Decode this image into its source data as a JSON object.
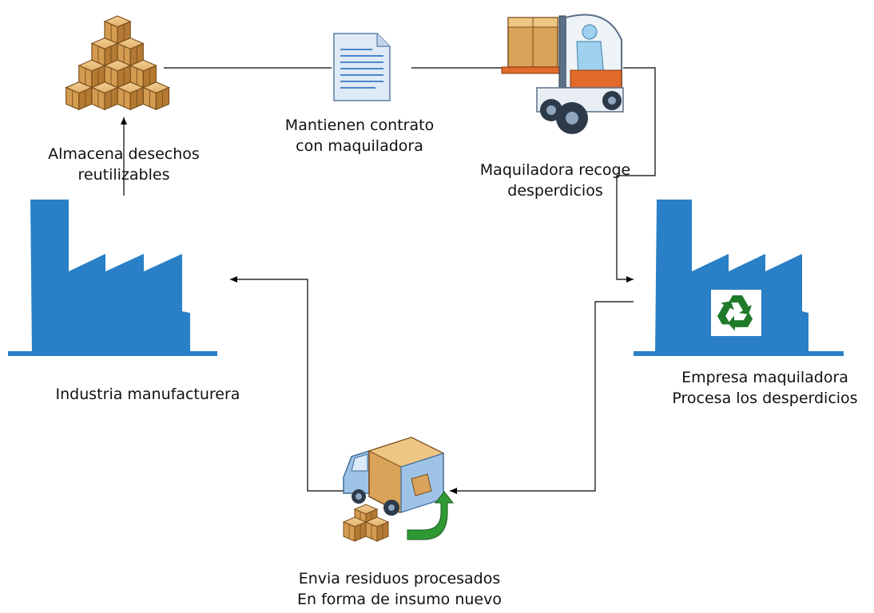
{
  "nodes": {
    "storage": {
      "line1": "Almacena desechos",
      "line2": "reutilizables"
    },
    "contract": {
      "line1": "Mantienen contrato",
      "line2": "con maquiladora"
    },
    "pickup": {
      "line1": "Maquiladora recoge",
      "line2": "desperdicios"
    },
    "industry": {
      "label": "Industria manufacturera"
    },
    "company": {
      "line1": "Empresa maquiladora",
      "line2": "Procesa los desperdicios"
    },
    "delivery": {
      "line1": "Envia residuos procesados",
      "line2": "En forma de insumo nuevo"
    }
  },
  "colors": {
    "factory": "#2a80c6",
    "box": "#d9a35a",
    "recycle": "#1f7a2a",
    "arrow": "#000000"
  }
}
